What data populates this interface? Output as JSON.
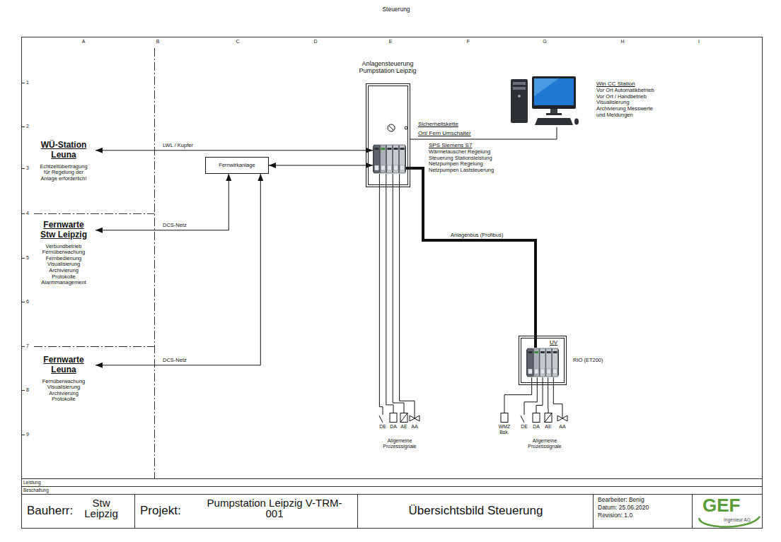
{
  "diagram": {
    "title": "Steuerung",
    "nodes": [
      {
        "text": [
          "Anlagensteuerung Pumpstation Leipzig"
        ]
      },
      {
        "text": [
          "SPS Siemens S7",
          "Wärmetauscher Regelung Steuerung Stationsleistung Netzpumpen Regelung Netzpumpen Laststeuerung"
        ],
        "in": 0
      },
      {
        "text": [
          "Fernwirkanlage"
        ]
      },
      {
        "text": [
          "WÜ-Station Leuna",
          "Echtzeitübertragung für Regelung der Anlage erforderlich!"
        ]
      },
      {
        "text": [
          "Fernwarte Stw Leipzig",
          "Verbundbetrieb Fernüberwachung Fernbedienung Visualisierung Archivierung Protokolle Alarmmanagement"
        ]
      },
      {
        "text": [
          "Fernwarte Leuna",
          "Fernüberwachung Visualisierung Archivierung Protokolle"
        ]
      },
      {
        "text": [
          "Win CC Station",
          "Vor Ort Automatikbetrieb Vor Ort / Handbetrieb Visualisierung Archivierung Messwerte und Meldungen"
        ]
      },
      {
        "text": [
          "UV"
        ]
      },
      {
        "text": [
          "RIO (ET200)"
        ],
        "in": 7
      },
      {
        "text": [
          "DE"
        ]
      },
      {
        "text": [
          "DA"
        ]
      },
      {
        "text": [
          "AE"
        ]
      },
      {
        "text": [
          "AA"
        ]
      },
      {
        "text": [
          "WMZ Bsk."
        ]
      },
      {
        "text": [
          "DE"
        ]
      },
      {
        "text": [
          "DA"
        ]
      },
      {
        "text": [
          "AE"
        ]
      },
      {
        "text": [
          "AA"
        ]
      }
    ],
    "edges": [
      {
        "from": 3,
        "to": 1,
        "label": "LWL / Kupfer",
        "arrow": "both"
      },
      {
        "from": 2,
        "to": 1,
        "arrow": "both"
      },
      {
        "from": 4,
        "to": 2,
        "label": "DCS-Netz",
        "arrow": "both"
      },
      {
        "from": 5,
        "to": 2,
        "label": "DCS-Netz",
        "arrow": "both"
      },
      {
        "from": 0,
        "to": 6,
        "arrow": "none"
      },
      {
        "from": 1,
        "to": 8,
        "label": "Anlagenbus (Profibus)",
        "arrow": "none"
      },
      {
        "from": 1,
        "to": 9,
        "arrow": "none"
      },
      {
        "from": 1,
        "to": 10,
        "arrow": "none"
      },
      {
        "from": 1,
        "to": 11,
        "arrow": "none"
      },
      {
        "from": 1,
        "to": 12,
        "arrow": "none"
      },
      {
        "from": 8,
        "to": 13,
        "arrow": "none"
      },
      {
        "from": 8,
        "to": 14,
        "arrow": "none"
      },
      {
        "from": 8,
        "to": 15,
        "arrow": "none"
      },
      {
        "from": 8,
        "to": 16,
        "arrow": "none"
      },
      {
        "from": 8,
        "to": 17,
        "arrow": "none"
      }
    ],
    "labels": [
      "Sicherheitskette",
      "Ort/ Fern Umschalter",
      "Allgemeine Prozesssignale",
      "Allgemeine Prozesssignale",
      "A",
      "B",
      "C",
      "D",
      "E",
      "F",
      "G",
      "H",
      "I",
      "1",
      "2",
      "3",
      "4",
      "5",
      "6",
      "7",
      "8",
      "9",
      "Leistung",
      "Beschaltung",
      "Bauherr:",
      "Stw Leipzig",
      "Projekt:",
      "Pumpstation Leipzig V-TRM-001",
      "Übersichtsbild Steuerung",
      "Bearbeiter: Benig",
      "Datum: 25.06.2020",
      "Revision: 1.0",
      "GEF",
      "Ingenieur AG"
    ]
  }
}
